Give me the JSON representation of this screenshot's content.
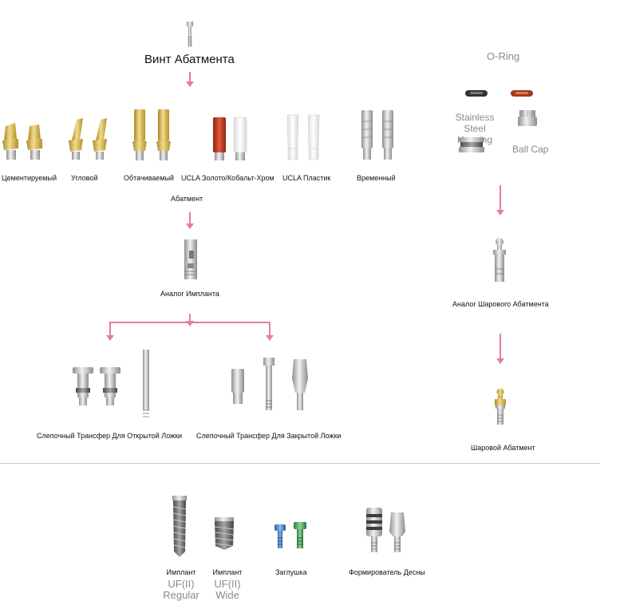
{
  "top": {
    "abutment_screw": "Винт Абатмента"
  },
  "abutments": {
    "items": [
      {
        "label": "Цементируемый"
      },
      {
        "label": "Угловой"
      },
      {
        "label": "Обтачиваемый"
      },
      {
        "label": "UCLA Золото/Кобальт-Хром"
      },
      {
        "label": "UCLA Пластик"
      },
      {
        "label": "Временный"
      }
    ],
    "group_label": "Абатмент"
  },
  "analog": {
    "label": "Аналог Импланта"
  },
  "transfers": {
    "open_tray": "Слепочный Трансфер Для Открытой Ложки",
    "closed_tray": "Слепочный Трансфер Для Закрытой Ложки"
  },
  "ball": {
    "o_ring": "O-Ring",
    "stainless_line1": "Stainless",
    "stainless_line2": "Steel Housing",
    "ball_cap": "Ball Cap",
    "ball_analog": "Аналог Шарового Абатмента",
    "ball_abutment": "Шаровой Абатмент"
  },
  "bottom": {
    "implant_regular": {
      "line1": "Имплант",
      "line2": "UF(II)",
      "line3": "Regular"
    },
    "implant_wide": {
      "line1": "Имплант",
      "line2": "UF(II)",
      "line3": "Wide"
    },
    "cover_screw": "Заглушка",
    "healing_abutment": "Формирователь Десны"
  },
  "colors": {
    "arrow": "#e47ca4",
    "gold": "#d8b64a",
    "silver": "#bfbfbf",
    "red": "#c83a22",
    "divider": "#c9c9c9"
  }
}
